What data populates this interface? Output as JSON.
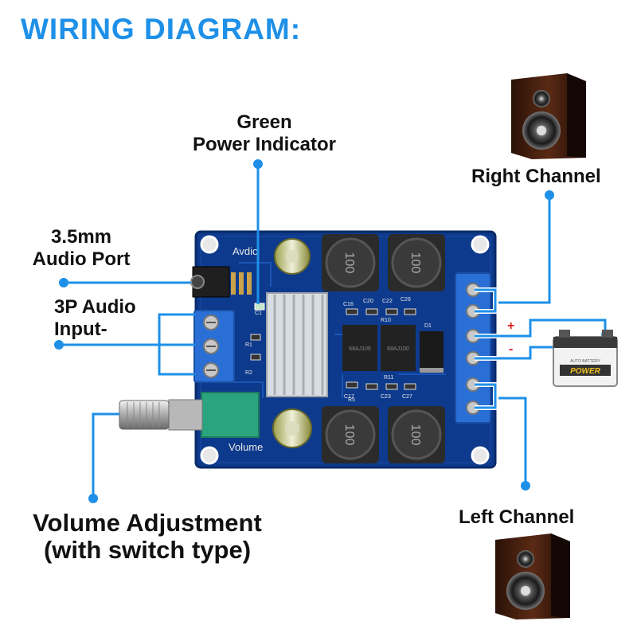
{
  "title": "WIRING DIAGRAM:",
  "labels": {
    "green_power_line1": "Green",
    "green_power_line2": "Power Indicator",
    "audio_port_line1": "3.5mm",
    "audio_port_line2": "Audio Port",
    "audio_input_line1": "3P Audio",
    "audio_input_line2": "Input-",
    "right_channel": "Right Channel",
    "left_channel": "Left Channel",
    "volume_line1": "Volume Adjustment",
    "volume_line2": "(with switch type)"
  },
  "board": {
    "silk_audio": "Avdio",
    "silk_volume": "Volume",
    "inductor_marking": "100",
    "chip_marking": "68AJ100",
    "components": [
      "C16",
      "C20",
      "C22",
      "C26",
      "R10",
      "R5",
      "R11",
      "C17",
      "C23",
      "C27",
      "R1",
      "R2",
      "C1",
      "D1"
    ]
  },
  "battery": {
    "plus": "+",
    "minus": "-",
    "label": "POWER",
    "sublabel": "AUTO BATTERY"
  },
  "colors": {
    "accent": "#1e90e8",
    "pcb": "#0d3a8c",
    "terminal": "#2a6fd6",
    "heatsink": "#d8dde2",
    "potentiometer": "#29a47e",
    "polarity_red": "#e02020"
  }
}
